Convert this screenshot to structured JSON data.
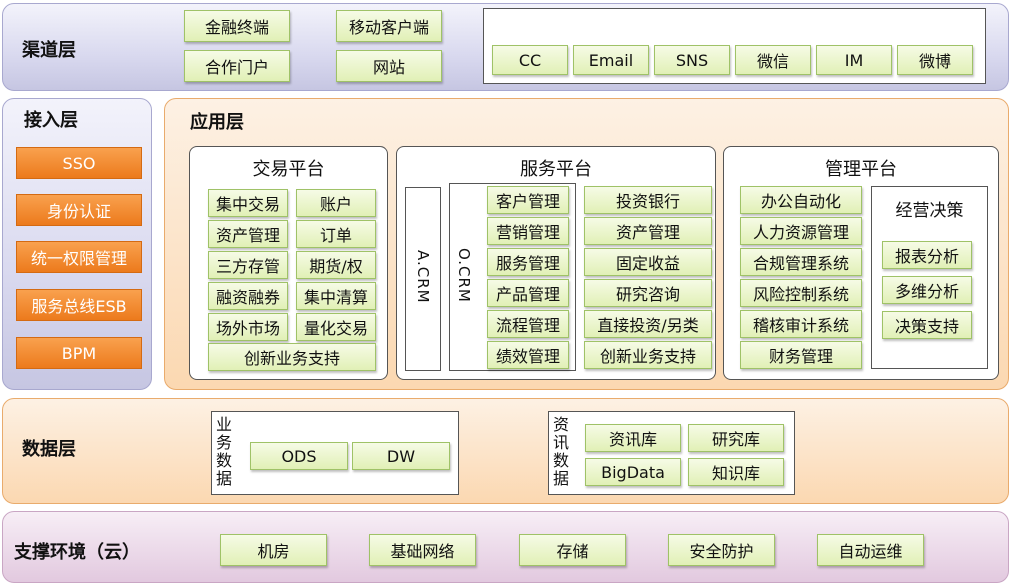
{
  "channel_layer": {
    "title": "渠道层",
    "items": [
      "金融终端",
      "移动客户端",
      "合作门户",
      "网站"
    ],
    "contact_items": [
      "CC",
      "Email",
      "SNS",
      "微信",
      "IM",
      "微博"
    ]
  },
  "access_layer": {
    "title": "接入层",
    "items": [
      "SSO",
      "身份认证",
      "统一权限管理",
      "服务总线ESB",
      "BPM"
    ]
  },
  "application_layer": {
    "title": "应用层",
    "trading": {
      "title": "交易平台",
      "items": [
        "集中交易",
        "账户",
        "资产管理",
        "订单",
        "三方存管",
        "期货/权",
        "融资融券",
        "集中清算",
        "场外市场",
        "量化交易"
      ],
      "wide_item": "创新业务支持"
    },
    "service": {
      "title": "服务平台",
      "acrm": "A.CRM",
      "ocrm": "O.CRM",
      "crm_items": [
        "客户管理",
        "营销管理",
        "服务管理",
        "产品管理",
        "流程管理",
        "绩效管理"
      ],
      "items": [
        "投资银行",
        "资产管理",
        "固定收益",
        "研究咨询",
        "直接投资/另类",
        "创新业务支持"
      ]
    },
    "management": {
      "title": "管理平台",
      "items": [
        "办公自动化",
        "人力资源管理",
        "合规管理系统",
        "风险控制系统",
        "稽核审计系统",
        "财务管理"
      ],
      "decision": {
        "title": "经营决策",
        "items": [
          "报表分析",
          "多维分析",
          "决策支持"
        ]
      }
    }
  },
  "data_layer": {
    "title": "数据层",
    "business_label": [
      "业",
      "务",
      "数",
      "据"
    ],
    "business_items": [
      "ODS",
      "DW"
    ],
    "info_label": [
      "资",
      "讯",
      "数",
      "据"
    ],
    "info_items": [
      "资讯库",
      "研究库",
      "BigData",
      "知识库"
    ]
  },
  "support_layer": {
    "title": "支撑环境（云）",
    "items": [
      "机房",
      "基础网络",
      "存储",
      "安全防护",
      "自动运维"
    ]
  }
}
